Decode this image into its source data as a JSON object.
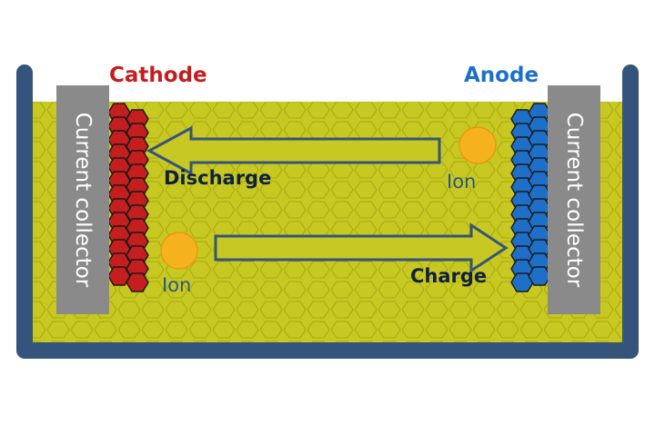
{
  "labels": {
    "cathode": "Cathode",
    "anode": "Anode",
    "left_collector": "Current collector",
    "right_collector": "Current collector",
    "discharge": "Discharge",
    "charge": "Charge",
    "ion_right": "Ion",
    "ion_left": "Ion"
  },
  "colors": {
    "electrolyte": "#c8c822",
    "container": "#35547c",
    "collector": "#8a8a8a",
    "cathode": "#c41e1e",
    "anode": "#1e6fc8",
    "ion": "#f5b21e",
    "arrow_fill": "#c8c822",
    "arrow_stroke": "#35547c",
    "cathode_label": "#c41e1e",
    "anode_label": "#1e6fc8"
  }
}
